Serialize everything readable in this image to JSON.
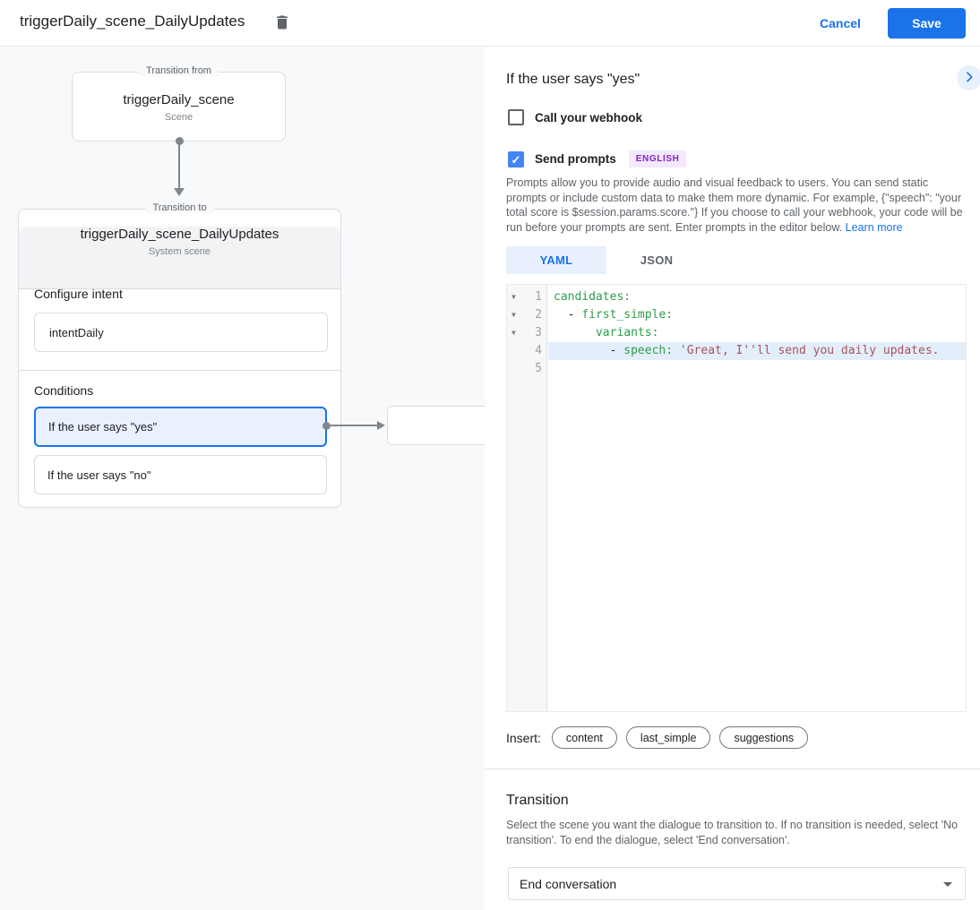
{
  "header": {
    "title": "triggerDaily_scene_DailyUpdates",
    "cancel_label": "Cancel",
    "save_label": "Save"
  },
  "canvas": {
    "from_node": {
      "legend": "Transition from",
      "title": "triggerDaily_scene",
      "subtitle": "Scene"
    },
    "to_node": {
      "legend": "Transition to",
      "title": "triggerDaily_scene_DailyUpdates",
      "subtitle": "System scene",
      "configure_intent_label": "Configure intent",
      "intent_name": "intentDaily",
      "conditions_label": "Conditions",
      "conditions": [
        {
          "label": "If the user says \"yes\"",
          "selected": true
        },
        {
          "label": "If the user says \"no\"",
          "selected": false
        }
      ]
    }
  },
  "panel": {
    "title": "If the user says \"yes\"",
    "webhook": {
      "label": "Call your webhook",
      "checked": false
    },
    "prompts": {
      "label": "Send prompts",
      "checked": true,
      "check_glyph": "✓",
      "language_badge": "ENGLISH"
    },
    "description": "Prompts allow you to provide audio and visual feedback to users. You can send static prompts or include custom data to make them more dynamic. For example, {\"speech\": \"your total score is $session.params.score.\"} If you choose to call your webhook, your code will be run before your prompts are sent. Enter prompts in the editor below. ",
    "learn_more_label": "Learn more",
    "tabs": [
      {
        "label": "YAML",
        "active": true
      },
      {
        "label": "JSON",
        "active": false
      }
    ],
    "editor": {
      "fold_glyph": "▼",
      "lines": [
        {
          "number": 1,
          "fold": true,
          "highlighted": false,
          "segments": [
            {
              "type": "key",
              "text": "candidates:"
            }
          ]
        },
        {
          "number": 2,
          "fold": true,
          "highlighted": false,
          "segments": [
            {
              "type": "plain",
              "text": "  - "
            },
            {
              "type": "key",
              "text": "first_simple:"
            }
          ]
        },
        {
          "number": 3,
          "fold": true,
          "highlighted": false,
          "segments": [
            {
              "type": "plain",
              "text": "      "
            },
            {
              "type": "key",
              "text": "variants:"
            }
          ]
        },
        {
          "number": 4,
          "fold": false,
          "highlighted": true,
          "segments": [
            {
              "type": "plain",
              "text": "        - "
            },
            {
              "type": "key",
              "text": "speech: "
            },
            {
              "type": "string",
              "text": "'Great, I''ll send you daily updates."
            }
          ]
        },
        {
          "number": 5,
          "fold": false,
          "highlighted": false,
          "segments": []
        }
      ]
    },
    "insert": {
      "label": "Insert:",
      "chips": [
        "content",
        "last_simple",
        "suggestions"
      ]
    },
    "transition": {
      "title": "Transition",
      "description": "Select the scene you want the dialogue to transition to. If no transition is needed, select 'No transition'. To end the dialogue, select 'End conversation'.",
      "selected_option": "End conversation"
    }
  },
  "colors": {
    "accent_blue": "#1a73e8",
    "checkbox_checked": "#4285f4",
    "selected_condition_bg": "#e9f0fe",
    "badge_purple_text": "#8126c0",
    "badge_purple_bg": "#f4e8fd",
    "code_key_green": "#2d9e49",
    "code_string_red": "#a6545d",
    "code_highlight_row": "#e3eefb",
    "canvas_bg": "#f8f9fa"
  }
}
